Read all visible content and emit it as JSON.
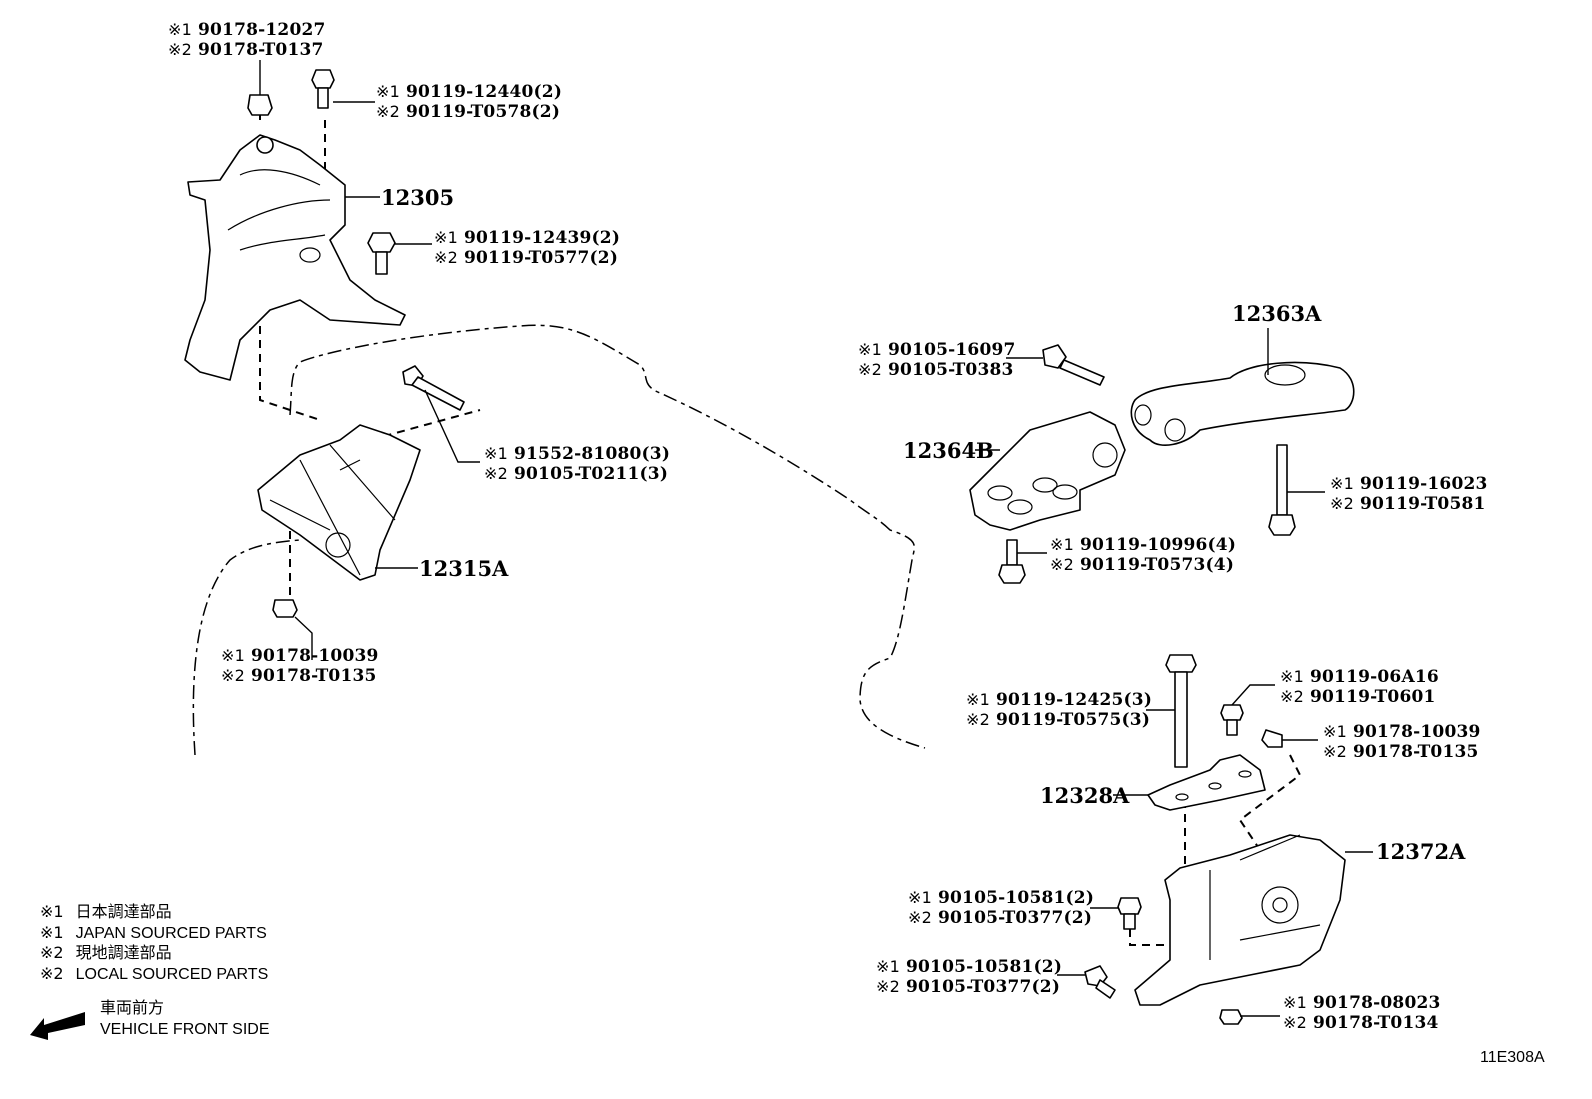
{
  "diagram": {
    "title_id": "11E308A",
    "parts": [
      {
        "ref": "12305",
        "name": "engine-mount-bracket-upper"
      },
      {
        "ref": "12315A",
        "name": "engine-mount-bracket-front"
      },
      {
        "ref": "12363A",
        "name": "engine-mount-rod-rear"
      },
      {
        "ref": "12364B",
        "name": "engine-mount-bracket-rear"
      },
      {
        "ref": "12328A",
        "name": "engine-mount-plate"
      },
      {
        "ref": "12372A",
        "name": "engine-mount-insulator-left"
      }
    ],
    "fasteners": [
      {
        "id": "nut-top",
        "l1": "90178-12027",
        "l2": "90178-T0137"
      },
      {
        "id": "bolt-top",
        "l1": "90119-12440(2)",
        "l2": "90119-T0578(2)"
      },
      {
        "id": "bolt-12305",
        "l1": "90119-12439(2)",
        "l2": "90119-T0577(2)"
      },
      {
        "id": "bolt-long-front",
        "l1": "91552-81080(3)",
        "l2": "90105-T0211(3)"
      },
      {
        "id": "nut-front-bottom",
        "l1": "90178-10039",
        "l2": "90178-T0135"
      },
      {
        "id": "bolt-rear-upper",
        "l1": "90105-16097",
        "l2": "90105-T0383"
      },
      {
        "id": "bolt-rear-long",
        "l1": "90119-16023",
        "l2": "90119-T0581"
      },
      {
        "id": "bolt-rear-bracket",
        "l1": "90119-10996(4)",
        "l2": "90119-T0573(4)"
      },
      {
        "id": "bolt-plate-long",
        "l1": "90119-12425(3)",
        "l2": "90119-T0575(3)"
      },
      {
        "id": "bolt-plate-small",
        "l1": "90119-06A16",
        "l2": "90119-T0601"
      },
      {
        "id": "nut-plate",
        "l1": "90178-10039",
        "l2": "90178-T0135"
      },
      {
        "id": "bolt-side-a",
        "l1": "90105-10581(2)",
        "l2": "90105-T0377(2)"
      },
      {
        "id": "bolt-side-b",
        "l1": "90105-10581(2)",
        "l2": "90105-T0377(2)"
      },
      {
        "id": "nut-bottom",
        "l1": "90178-08023",
        "l2": "90178-T0134"
      }
    ],
    "marks": {
      "m1": "※1",
      "m2": "※2"
    }
  },
  "legend": {
    "items": [
      {
        "mark": "※1",
        "text": "日本調達部品"
      },
      {
        "mark": "※1",
        "text": "JAPAN SOURCED PARTS"
      },
      {
        "mark": "※2",
        "text": "現地調達部品"
      },
      {
        "mark": "※2",
        "text": "LOCAL SOURCED PARTS"
      }
    ],
    "front_jp": "車両前方",
    "front_en": "VEHICLE FRONT SIDE",
    "front_icon": "arrow-left-icon"
  }
}
